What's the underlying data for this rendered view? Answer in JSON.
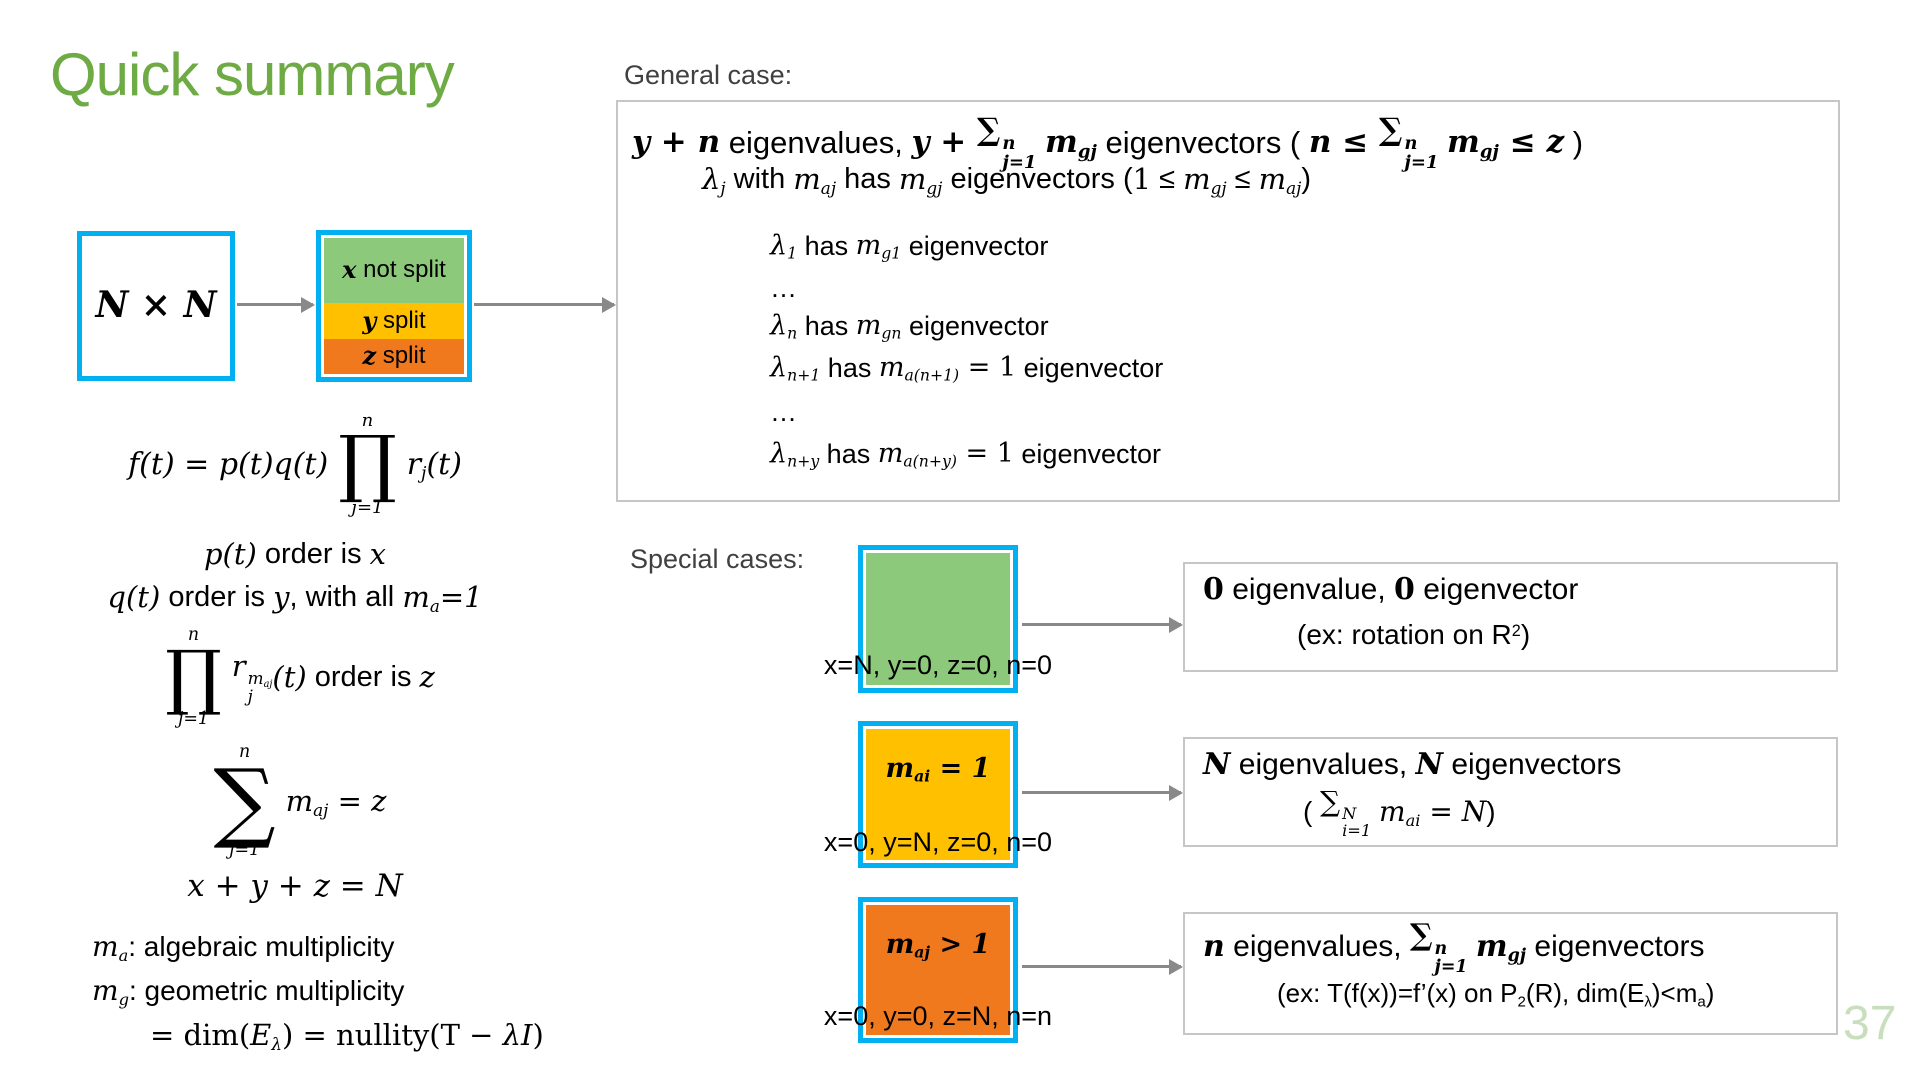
{
  "slide": {
    "title": "Quick summary",
    "page_number": "37",
    "colors": {
      "title_green": "#6EAB44",
      "accent_blue_border": "#00B0F0",
      "green_fill": "#8DC97B",
      "yellow_fill": "#FFC000",
      "orange_fill": "#F0791E",
      "box_border_gray": "#C6C6C6",
      "arrow_gray": "#898989",
      "page_number_green": "#C8DEBC"
    }
  },
  "flow": {
    "matrix_label": [
      {
        "t": "N",
        "v": "mb"
      },
      {
        "t": " × ",
        "v": "sb"
      },
      {
        "t": "N",
        "v": "mb"
      }
    ],
    "split_rows": [
      {
        "color": "#8DC97B",
        "tokens": [
          {
            "t": "x",
            "v": "mb"
          },
          {
            "t": " not split",
            "v": "r"
          }
        ]
      },
      {
        "color": "#FFC000",
        "tokens": [
          {
            "t": "y",
            "v": "mb"
          },
          {
            "t": " split",
            "v": "r"
          }
        ]
      },
      {
        "color": "#F0791E",
        "tokens": [
          {
            "t": "z",
            "v": "mb"
          },
          {
            "t": " split",
            "v": "r"
          }
        ]
      }
    ]
  },
  "general": {
    "label": "General case:",
    "lines": [
      {
        "tokens": [
          {
            "t": "y",
            "v": "mb"
          },
          {
            "t": " + ",
            "v": "sb"
          },
          {
            "t": "n",
            "v": "mb"
          },
          {
            "t": " eigenvalues, ",
            "v": "r"
          },
          {
            "t": "y",
            "v": "mb"
          },
          {
            "t": " + ",
            "v": "sb"
          },
          {
            "t": "∑",
            "v": "sb",
            "sup": "n",
            "sub": "j=1"
          },
          {
            "t": " ",
            "v": "r"
          },
          {
            "t": "m",
            "v": "mb",
            "sub": "gj"
          },
          {
            "t": " eigenvectors ( ",
            "v": "r"
          },
          {
            "t": "n",
            "v": "mb"
          },
          {
            "t": " ≤ ",
            "v": "sb"
          },
          {
            "t": "∑",
            "v": "sb",
            "sup": "n",
            "sub": "j=1"
          },
          {
            "t": " ",
            "v": "r"
          },
          {
            "t": "m",
            "v": "mb",
            "sub": "gj"
          },
          {
            "t": " ≤ ",
            "v": "sb"
          },
          {
            "t": "z",
            "v": "mb"
          },
          {
            "t": " )",
            "v": "r"
          }
        ]
      },
      {
        "tokens": [
          {
            "t": "λ",
            "v": "m",
            "sub": "j"
          },
          {
            "t": " with ",
            "v": "r"
          },
          {
            "t": "m",
            "v": "m",
            "sub": "aj"
          },
          {
            "t": " has ",
            "v": "r"
          },
          {
            "t": "m",
            "v": "m",
            "sub": "gj"
          },
          {
            "t": " eigenvectors (",
            "v": "r"
          },
          {
            "t": "1",
            "v": "sr"
          },
          {
            "t": " ≤ ",
            "v": "r"
          },
          {
            "t": "m",
            "v": "m",
            "sub": "gj"
          },
          {
            "t": " ≤ ",
            "v": "r"
          },
          {
            "t": "m",
            "v": "m",
            "sub": "aj"
          },
          {
            "t": ")",
            "v": "r"
          }
        ]
      },
      {
        "tokens": [
          {
            "t": "λ",
            "v": "m",
            "sub": "1"
          },
          {
            "t": " has ",
            "v": "r"
          },
          {
            "t": "m",
            "v": "m",
            "sub": "g1"
          },
          {
            "t": " eigenvector",
            "v": "r"
          }
        ]
      },
      {
        "tokens": [
          {
            "t": "…",
            "v": "r"
          }
        ]
      },
      {
        "tokens": [
          {
            "t": "λ",
            "v": "m",
            "sub": "n"
          },
          {
            "t": " has ",
            "v": "r"
          },
          {
            "t": "m",
            "v": "m",
            "sub": "gn"
          },
          {
            "t": " eigenvector",
            "v": "r"
          }
        ]
      },
      {
        "tokens": [
          {
            "t": "λ",
            "v": "m",
            "sub": "n+1"
          },
          {
            "t": " has ",
            "v": "r"
          },
          {
            "t": "m",
            "v": "m",
            "sub": "a(n+1)"
          },
          {
            "t": " = 1",
            "v": "sr"
          },
          {
            "t": " eigenvector",
            "v": "r"
          }
        ]
      },
      {
        "tokens": [
          {
            "t": "…",
            "v": "r"
          }
        ]
      },
      {
        "tokens": [
          {
            "t": "λ",
            "v": "m",
            "sub": "n+y"
          },
          {
            "t": " has ",
            "v": "r"
          },
          {
            "t": "m",
            "v": "m",
            "sub": "a(n+y)"
          },
          {
            "t": " = 1",
            "v": "sr"
          },
          {
            "t": " eigenvector",
            "v": "r"
          }
        ]
      }
    ]
  },
  "formulas": {
    "f_def": [
      {
        "t": "f(t) = p(t)q(t)",
        "v": "m"
      },
      {
        "op": "∏",
        "top": "n",
        "bot": "j=1"
      },
      {
        "t": "r",
        "v": "m",
        "sub": "j"
      },
      {
        "t": "(t)",
        "v": "m"
      }
    ],
    "p_order": [
      {
        "t": "p(t)",
        "v": "m"
      },
      {
        "t": " order is ",
        "v": "r"
      },
      {
        "t": "x",
        "v": "m"
      }
    ],
    "q_order": [
      {
        "t": "q(t)",
        "v": "m"
      },
      {
        "t": " order is ",
        "v": "r"
      },
      {
        "t": "y",
        "v": "m"
      },
      {
        "t": ", with all ",
        "v": "r"
      },
      {
        "t": "m",
        "v": "m",
        "sub": "a"
      },
      {
        "t": "=1",
        "v": "m"
      }
    ],
    "r_order": [
      {
        "op": "∏",
        "top": "n",
        "bot": "j=1"
      },
      {
        "t": "r",
        "v": "m",
        "sub": "j",
        "supT": [
          {
            "t": "m",
            "v": "m",
            "sub": "aj"
          }
        ]
      },
      {
        "t": "(t)",
        "v": "m"
      },
      {
        "t": " order is ",
        "v": "r"
      },
      {
        "t": "z",
        "v": "m"
      }
    ],
    "sum_ma": [
      {
        "op": "∑",
        "top": "n",
        "bot": "j=1"
      },
      {
        "t": "m",
        "v": "m",
        "sub": "aj"
      },
      {
        "t": " = ",
        "v": "sr"
      },
      {
        "t": "z",
        "v": "m"
      }
    ],
    "xyz": [
      {
        "t": "x",
        "v": "m"
      },
      {
        "t": " + ",
        "v": "sr"
      },
      {
        "t": "y",
        "v": "m"
      },
      {
        "t": " + ",
        "v": "sr"
      },
      {
        "t": "z",
        "v": "m"
      },
      {
        "t": " = ",
        "v": "sr"
      },
      {
        "t": "N",
        "v": "m"
      }
    ],
    "ma_def": [
      {
        "t": "m",
        "v": "m",
        "sub": "a"
      },
      {
        "t": ": algebraic multiplicity",
        "v": "r"
      }
    ],
    "mg_def": [
      {
        "t": "m",
        "v": "m",
        "sub": "g"
      },
      {
        "t": ": geometric multiplicity",
        "v": "r"
      }
    ],
    "mg_eq": [
      {
        "t": "= dim(",
        "v": "sr"
      },
      {
        "t": "E",
        "v": "m",
        "sub": "λ"
      },
      {
        "t": ") = nullity(T − ",
        "v": "sr"
      },
      {
        "t": "λI",
        "v": "m"
      },
      {
        "t": ")",
        "v": "sr"
      }
    ]
  },
  "special": {
    "label": "Special cases:",
    "cases": [
      {
        "caption": "x=N, y=0, z=0, n=0",
        "box_label": [],
        "result": [
          [
            {
              "t": "0",
              "v": "sb"
            },
            {
              "t": " eigenvalue, ",
              "v": "r"
            },
            {
              "t": "0",
              "v": "sb"
            },
            {
              "t": " eigenvector",
              "v": "r"
            }
          ],
          [
            {
              "t": "(ex: rotation on R",
              "v": "r",
              "sup": "2"
            },
            {
              "t": ")",
              "v": "r"
            }
          ]
        ]
      },
      {
        "caption": "x=0, y=N, z=0, n=0",
        "box_label": [
          {
            "t": "m",
            "v": "mb",
            "sub": "ai"
          },
          {
            "t": " = 1",
            "v": "mb"
          }
        ],
        "result": [
          [
            {
              "t": "N",
              "v": "mb"
            },
            {
              "t": " eigenvalues, ",
              "v": "r"
            },
            {
              "t": "N",
              "v": "mb"
            },
            {
              "t": " eigenvectors",
              "v": "r"
            }
          ],
          [
            {
              "t": "( ",
              "v": "r"
            },
            {
              "t": "∑",
              "v": "sr",
              "sup": "N",
              "sub": "i=1"
            },
            {
              "t": " ",
              "v": "r"
            },
            {
              "t": "m",
              "v": "m",
              "sub": "ai"
            },
            {
              "t": " = ",
              "v": "sr"
            },
            {
              "t": "N",
              "v": "m"
            },
            {
              "t": ")",
              "v": "r"
            }
          ]
        ]
      },
      {
        "caption": "x=0, y=0, z=N, n=n",
        "box_label": [
          {
            "t": "m",
            "v": "mb",
            "sub": "aj"
          },
          {
            "t": " > 1",
            "v": "mb"
          }
        ],
        "result": [
          [
            {
              "t": "n",
              "v": "mb"
            },
            {
              "t": " eigenvalues, ",
              "v": "r"
            },
            {
              "t": "∑",
              "v": "sb",
              "sup": "n",
              "sub": "j=1"
            },
            {
              "t": " ",
              "v": "r"
            },
            {
              "t": "m",
              "v": "mb",
              "sub": "gj"
            },
            {
              "t": " eigenvectors",
              "v": "r"
            }
          ],
          [
            {
              "t": "(ex: T(f(x))=f’(x) on P",
              "v": "r",
              "sub": "2"
            },
            {
              "t": "(R), dim(E",
              "v": "r",
              "sub": "λ"
            },
            {
              "t": ")<m",
              "v": "r",
              "sub": "a"
            },
            {
              "t": ")",
              "v": "r"
            }
          ]
        ]
      }
    ]
  }
}
